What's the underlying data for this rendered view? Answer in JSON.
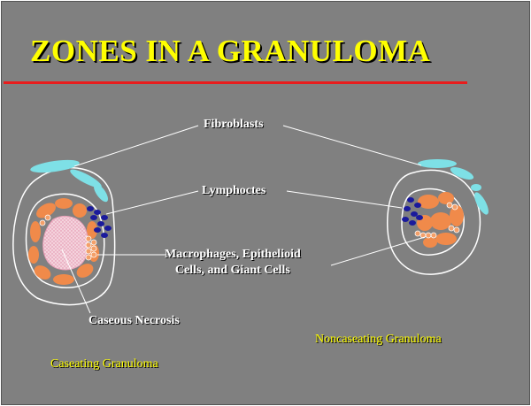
{
  "title": "ZONES IN A GRANULOMA",
  "labels": {
    "fibroblasts": "Fibroblasts",
    "lymphocytes": "Lymphoctes",
    "macrophages_line1": "Macrophages, Epithelioid",
    "macrophages_line2": "Cells, and Giant Cells",
    "caseous_necrosis": "Caseous Necrosis"
  },
  "captions": {
    "caseating": "Caseating Granuloma",
    "noncaseating": "Noncaseating Granuloma"
  },
  "colors": {
    "background": "#808080",
    "title": "#ffff00",
    "rule": "#e81c1c",
    "fibroblast": "#7ee0e6",
    "lymphocyte": "#1a1a9c",
    "macrophage": "#f08a4a",
    "necrosis": "#f2c8d4",
    "outline": "#ffffff"
  }
}
